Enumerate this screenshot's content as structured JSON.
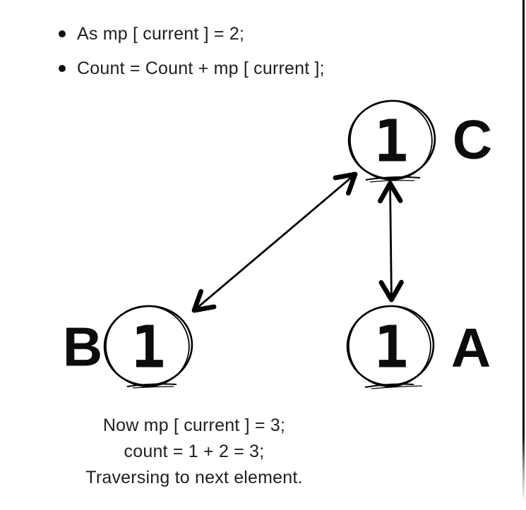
{
  "bullets": [
    "As mp [ current ] = 2;",
    "Count = Count + mp [ current ];"
  ],
  "diagram": {
    "nodes": [
      {
        "id": "C",
        "value": "1",
        "label": "C"
      },
      {
        "id": "B",
        "value": "1",
        "label": "B"
      },
      {
        "id": "A",
        "value": "1",
        "label": "A"
      }
    ],
    "edges": [
      {
        "from": "B",
        "to": "C",
        "style": "double-headed-arrow"
      },
      {
        "from": "A",
        "to": "C",
        "style": "double-headed-arrow"
      }
    ]
  },
  "footer": {
    "lines": [
      "Now mp [ current ] = 3;",
      "count = 1 + 2 = 3;",
      "Traversing to next element."
    ]
  },
  "colors": {
    "ink": "#111111",
    "stroke": "#000000",
    "background": "#ffffff"
  }
}
